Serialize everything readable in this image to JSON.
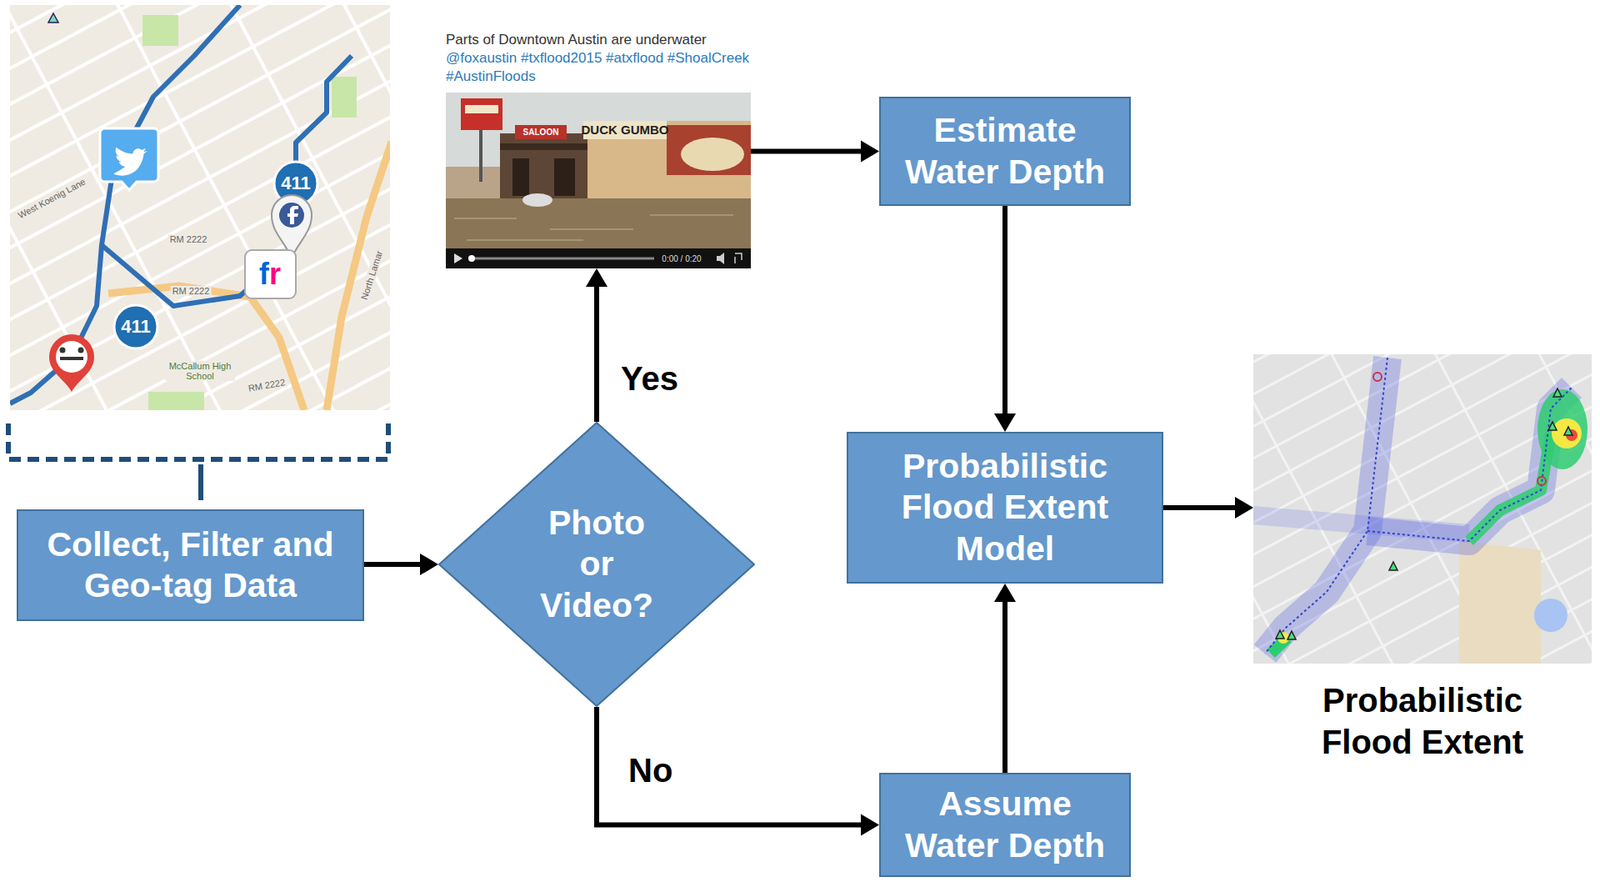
{
  "diagram": {
    "nodes": [
      {
        "text": [
          "Collect, Filter and Geo-tag Data"
        ]
      },
      {
        "text": [
          "Photo or Video?"
        ]
      },
      {
        "text": [
          "Parts of Downtown Austin are underwater",
          "@foxaustin #txflood2015 #atxflood #ShoalCreek #AustinFloods"
        ]
      },
      {
        "text": [
          "Estimate Water Depth"
        ]
      },
      {
        "text": [
          "Probabilistic Flood Extent Model"
        ]
      },
      {
        "text": [
          "Assume Water Depth"
        ]
      },
      {
        "text": [
          "Probabilistic Flood Extent"
        ]
      }
    ],
    "edges": [
      {
        "from": 0,
        "to": 1,
        "arrow": "to"
      },
      {
        "from": 1,
        "to": 2,
        "label": "Yes",
        "arrow": "to"
      },
      {
        "from": 1,
        "to": 5,
        "label": "No",
        "arrow": "to"
      },
      {
        "from": 2,
        "to": 3,
        "arrow": "to"
      },
      {
        "from": 3,
        "to": 4,
        "arrow": "to"
      },
      {
        "from": 5,
        "to": 4,
        "arrow": "to"
      },
      {
        "from": 4,
        "to": 6,
        "arrow": "to"
      }
    ],
    "labels": [
      "411",
      "411",
      "fr",
      "RM 2222",
      "RM 2222",
      "RM 2222",
      "McCallum High School",
      "West Koenig Lane",
      "North Lamar",
      "SALOON",
      "DUCK GUMBO",
      "0:00 / 0:20"
    ]
  }
}
